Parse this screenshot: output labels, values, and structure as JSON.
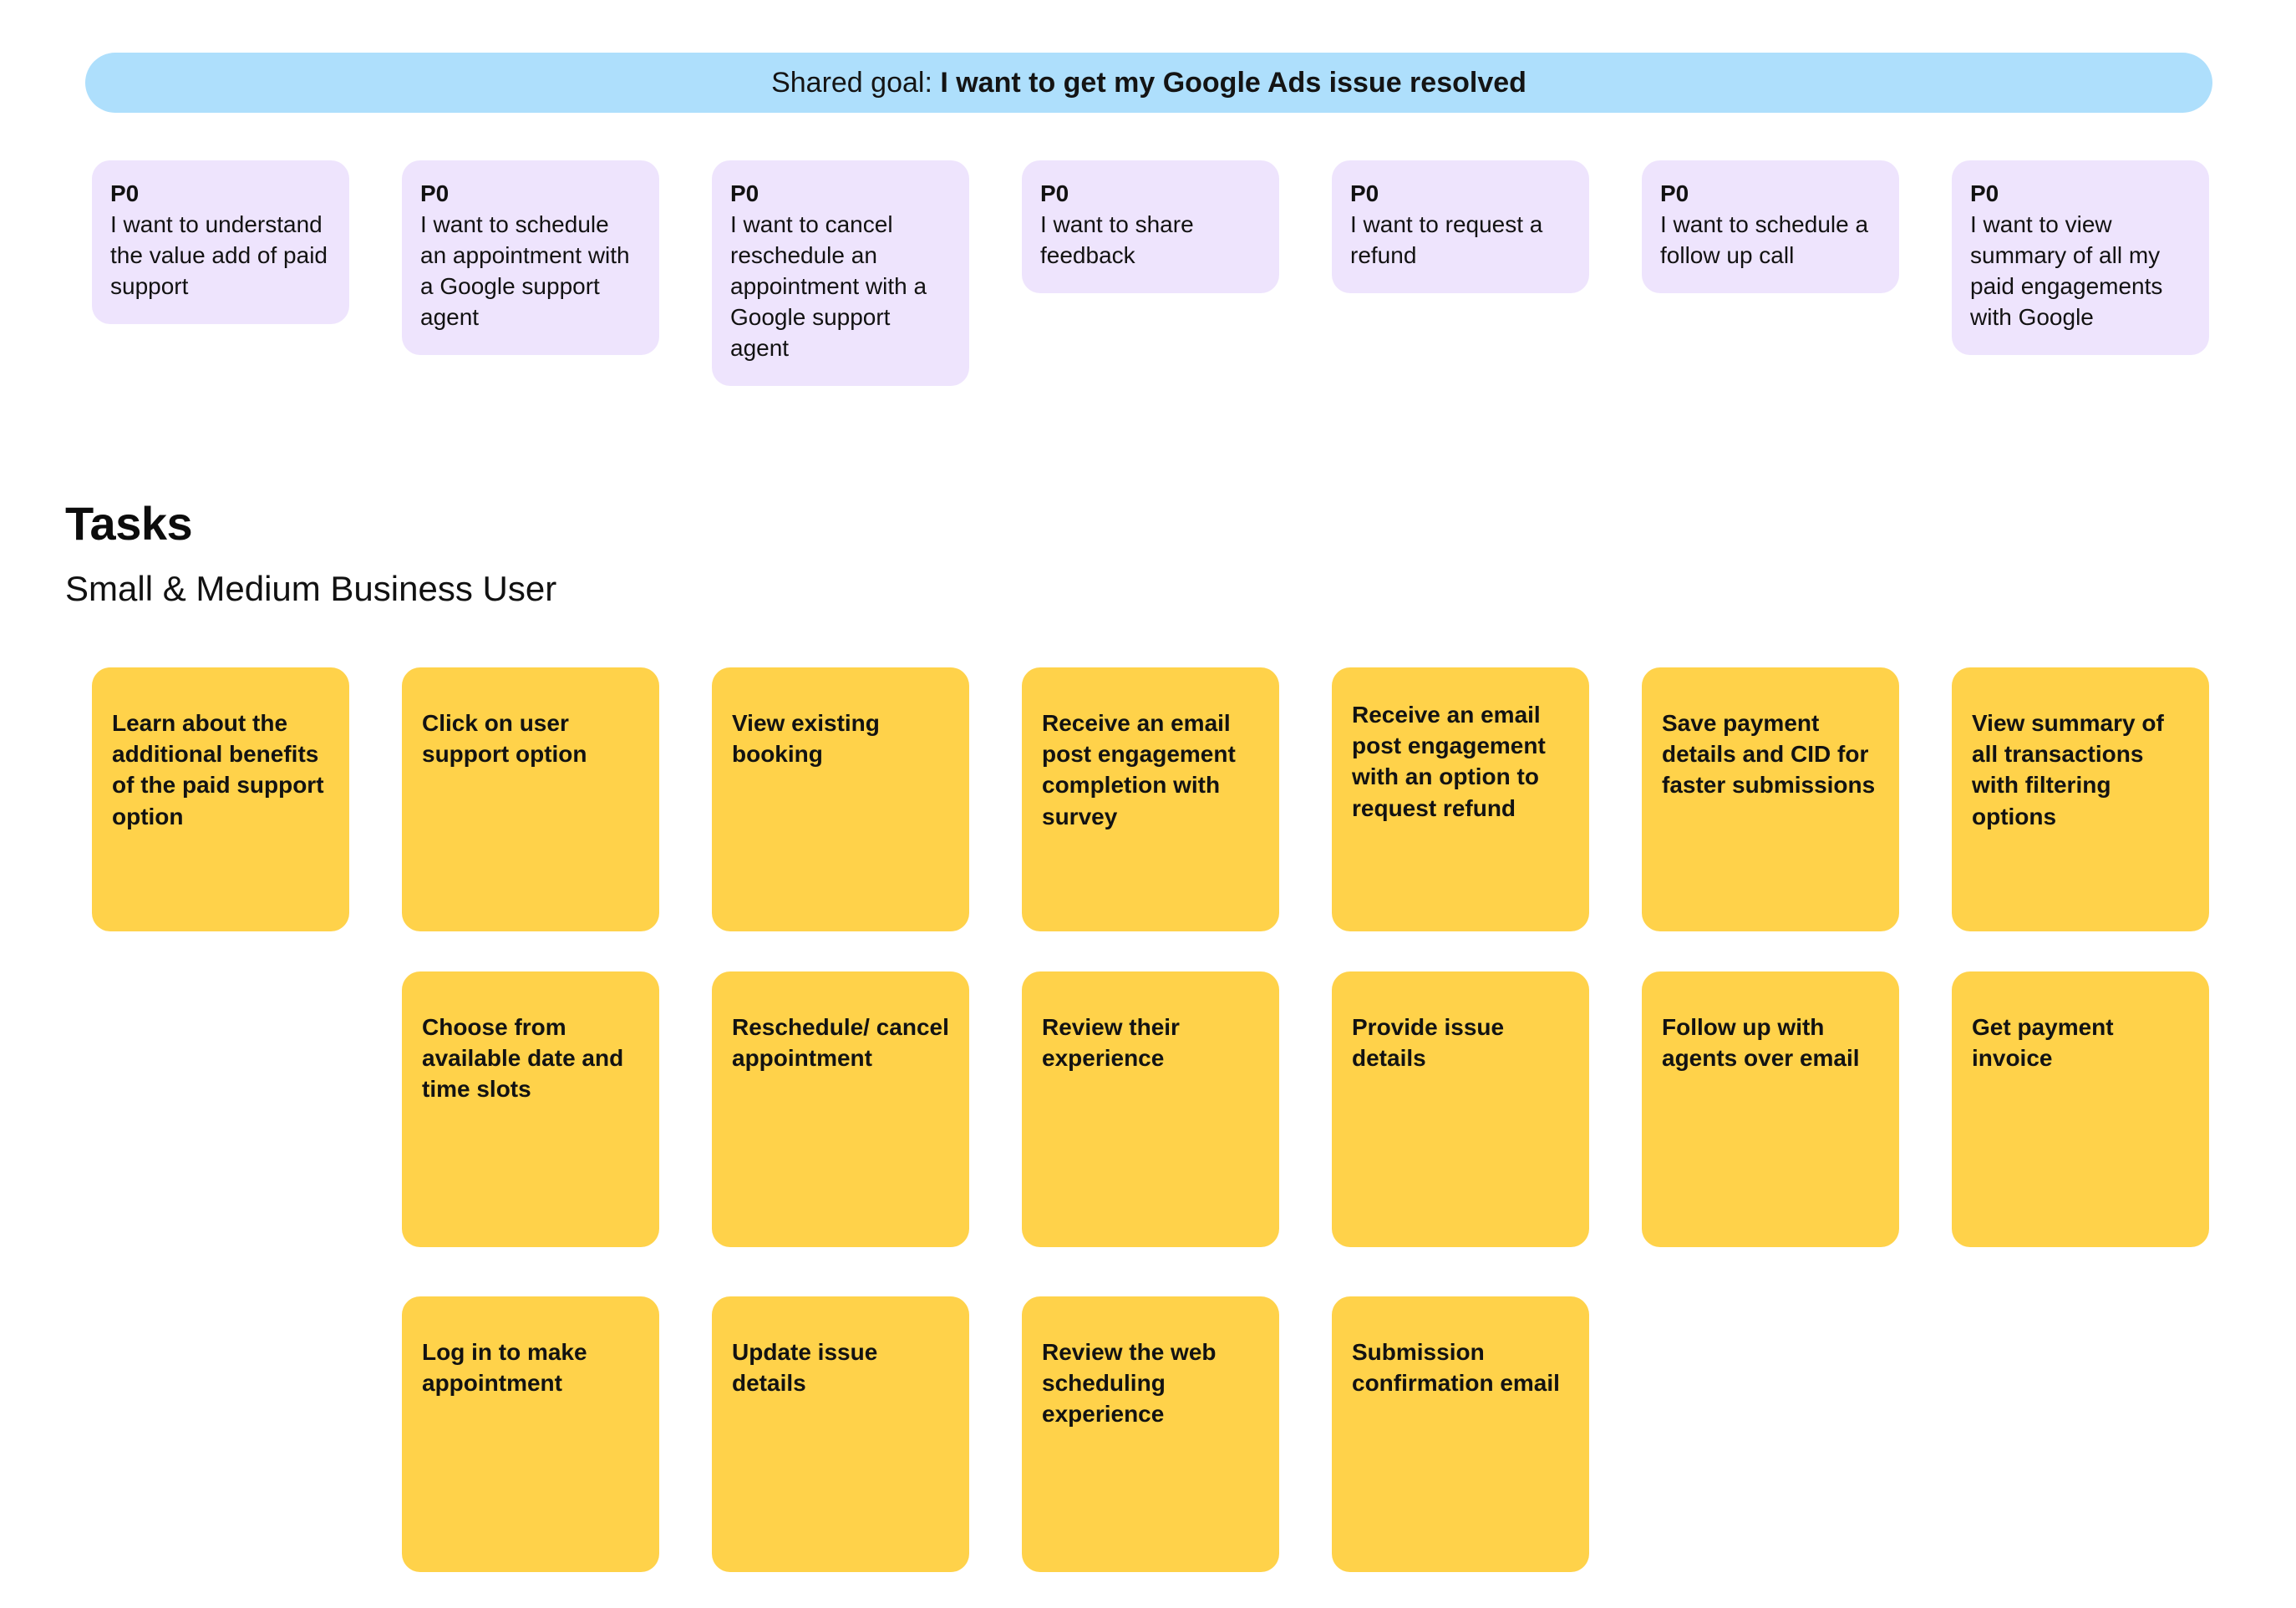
{
  "banner": {
    "prefix": "Shared goal: ",
    "goal": "I want to get my Google Ads issue resolved",
    "color": "#aedffc"
  },
  "stories": {
    "card_color": "#eee4fd",
    "items": [
      {
        "priority": "P0",
        "text": "I want to understand the value add of paid support"
      },
      {
        "priority": "P0",
        "text": "I want to schedule an appointment with a Google support agent"
      },
      {
        "priority": "P0",
        "text": "I want to cancel reschedule an appointment with a Google support agent"
      },
      {
        "priority": "P0",
        "text": "I want to share feedback"
      },
      {
        "priority": "P0",
        "text": "I want to request a refund"
      },
      {
        "priority": "P0",
        "text": "I want to schedule a follow up call"
      },
      {
        "priority": "P0",
        "text": "I want to view summary of all my paid engagements with Google"
      }
    ]
  },
  "tasks_section": {
    "heading": "Tasks",
    "subheading": "Small & Medium Business User",
    "card_color": "#ffd24a",
    "rows": [
      [
        "Learn about the additional benefits of the paid support option",
        "Click on user support option",
        "View existing booking",
        "Receive an email post engagement completion with survey",
        "Receive an email post engagement with an option to request refund",
        "Save payment details and CID for faster submissions",
        "View summary of all transactions with filtering options"
      ],
      [
        "",
        "Choose from available date and time slots",
        "Reschedule/ cancel appointment",
        "Review their experience",
        "Provide issue details",
        "Follow up with agents over email",
        "Get payment invoice"
      ],
      [
        "",
        "Log in to make appointment",
        "Update issue details",
        "Review the web scheduling experience",
        "Submission confirmation email",
        "",
        ""
      ]
    ]
  }
}
